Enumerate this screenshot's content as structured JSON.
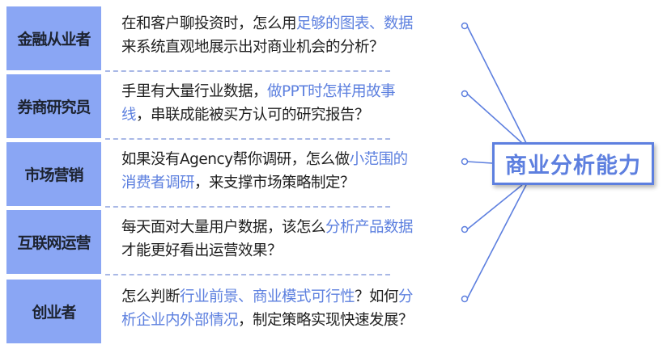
{
  "center": {
    "label": "商业分析能力"
  },
  "rows": [
    {
      "role": "金融从业者",
      "lines": [
        [
          {
            "t": "在和客户聊投资时，怎么用",
            "hl": false
          },
          {
            "t": "足够的图表、数据",
            "hl": true
          }
        ],
        [
          {
            "t": "来系统直观地展示出对商业机会的分析？",
            "hl": false
          }
        ]
      ]
    },
    {
      "role": "券商研究员",
      "lines": [
        [
          {
            "t": "手里有大量行业数据，",
            "hl": false
          },
          {
            "t": "做PPT时怎样用故事",
            "hl": true
          }
        ],
        [
          {
            "t": "线",
            "hl": true
          },
          {
            "t": "，串联成能被买方认可的研究报告？",
            "hl": false
          }
        ]
      ]
    },
    {
      "role": "市场营销",
      "lines": [
        [
          {
            "t": "如果没有Agency帮你调研，怎么做",
            "hl": false
          },
          {
            "t": "小范围的",
            "hl": true
          }
        ],
        [
          {
            "t": "消费者调研",
            "hl": true
          },
          {
            "t": "，来支撑市场策略制定？",
            "hl": false
          }
        ]
      ]
    },
    {
      "role": "互联网运营",
      "lines": [
        [
          {
            "t": "每天面对大量用户数据，该怎么",
            "hl": false
          },
          {
            "t": "分析产品数据",
            "hl": true
          }
        ],
        [
          {
            "t": "才能更好看出运营效果？",
            "hl": false
          }
        ]
      ]
    },
    {
      "role": "创业者",
      "lines": [
        [
          {
            "t": "怎么判断",
            "hl": false
          },
          {
            "t": "行业前景、商业模式可行性",
            "hl": true
          },
          {
            "t": "？如何",
            "hl": false
          },
          {
            "t": "分",
            "hl": true
          }
        ],
        [
          {
            "t": "析企业内外部情况",
            "hl": true
          },
          {
            "t": "，制定策略实现快速发展？",
            "hl": false
          }
        ]
      ]
    }
  ],
  "colors": {
    "role_bg": "#8aa6f4",
    "accent": "#5d7fdf"
  }
}
